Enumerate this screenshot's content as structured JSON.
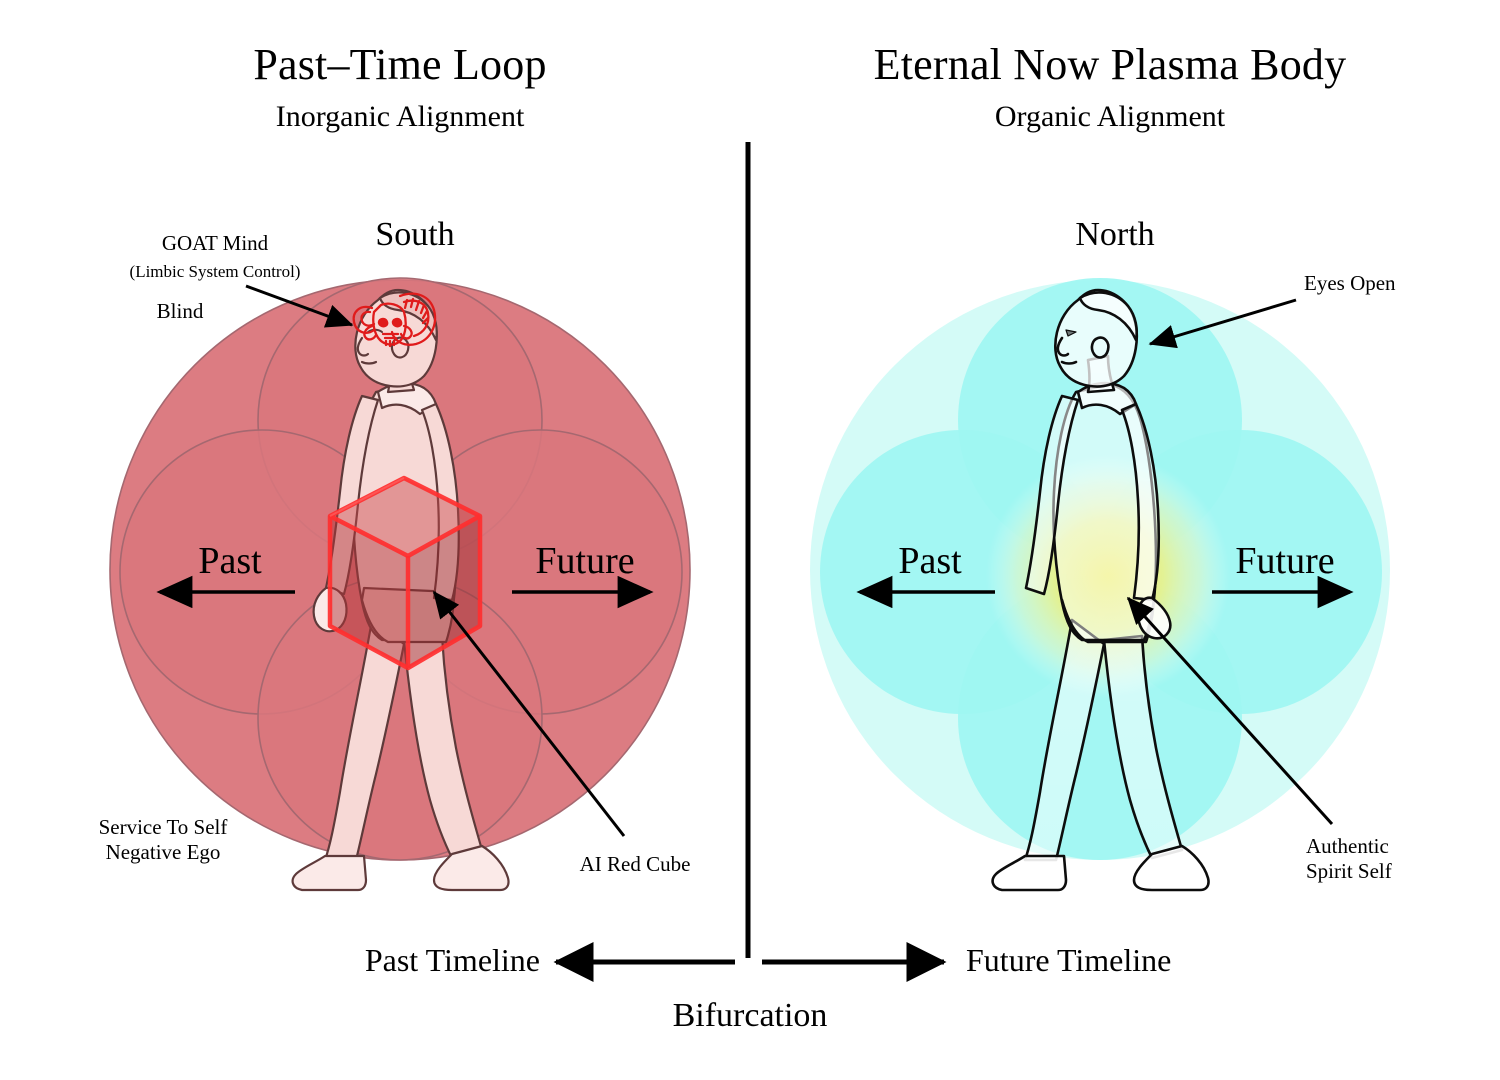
{
  "panels": {
    "left": {
      "title": "Past–Time Loop",
      "subtitle": "Inorganic Alignment",
      "pole": "South",
      "past_label": "Past",
      "future_label": "Future",
      "annotations": {
        "goat_mind": "GOAT Mind",
        "goat_mind_sub": "(Limbic System Control)",
        "blind": "Blind",
        "service_to_self_1": "Service To Self",
        "service_to_self_2": "Negative Ego",
        "ai_red_cube": "AI Red Cube"
      },
      "colors": {
        "outer_circle": "#dc7c82",
        "inner_circle": "#d9777d",
        "circle_stroke": "#a76a72",
        "cube_fill": "#c0383c",
        "cube_edge": "#ff2a2a",
        "figure_fill": "#f6d5d3",
        "figure_stroke": "#5e3a3a",
        "goat": "#e01b1b"
      }
    },
    "right": {
      "title": "Eternal Now Plasma Body",
      "subtitle": "Organic Alignment",
      "pole": "North",
      "past_label": "Past",
      "future_label": "Future",
      "annotations": {
        "eyes_open": "Eyes Open",
        "authentic_spirit_self_1": "Authentic",
        "authentic_spirit_self_2": "Spirit Self"
      },
      "colors": {
        "outer_circle": "#d4fbf7",
        "inner_circle": "#9ef6f2",
        "glow_center": "#f2ef6a",
        "glow_edge": "#fbfbc6",
        "figure_fill": "#ffffff",
        "figure_stroke": "#111111"
      }
    }
  },
  "footer": {
    "past_timeline": "Past Timeline",
    "future_timeline": "Future Timeline",
    "bifurcation": "Bifurcation"
  },
  "icons": {
    "goat_head": "goat-head-icon",
    "red_cube": "red-cube-icon",
    "walking_figure": "walking-figure-icon",
    "arrow_left": "arrow-left-icon",
    "arrow_right": "arrow-right-icon",
    "pointer": "pointer-arrow-icon"
  }
}
